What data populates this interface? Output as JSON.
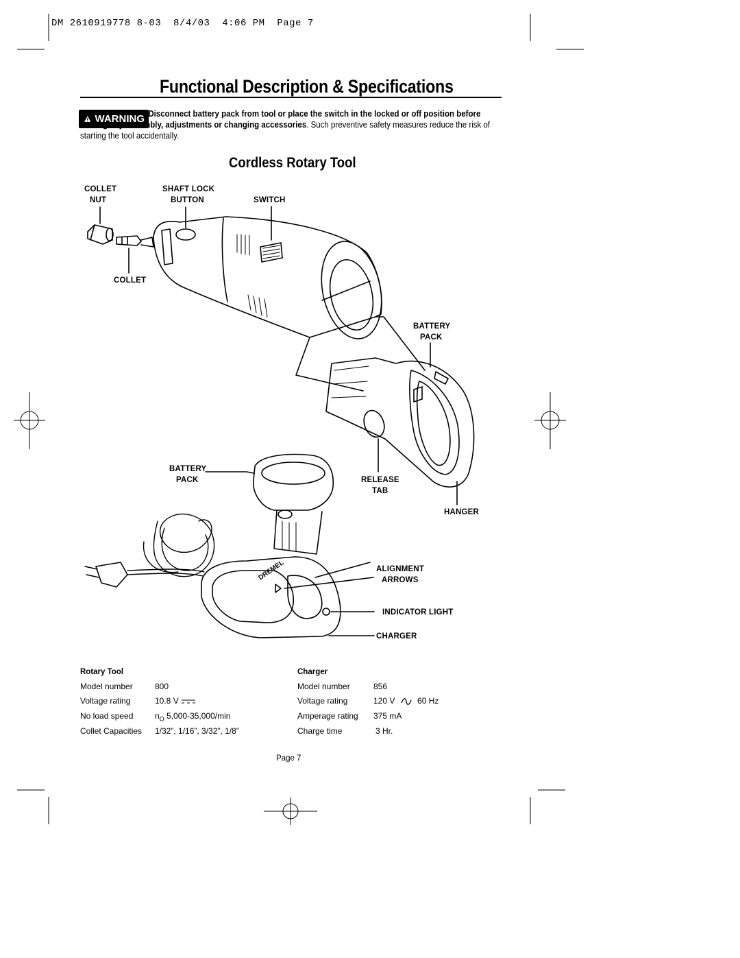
{
  "header": {
    "text": "DM 2610919778 8-03  8/4/03  4:06 PM  Page 7"
  },
  "title": "Functional Description & Specifications",
  "warning": {
    "badge": "WARNING",
    "bold_text": "Disconnect battery pack from tool or place the switch in the locked or off position before making any assembly, adjustments or changing accessories",
    "normal_text": ". Such preventive safety measures reduce the risk of starting the tool accidentally."
  },
  "section_title": "Cordless Rotary Tool",
  "labels": {
    "collet_nut_1": "COLLET",
    "collet_nut_2": "NUT",
    "shaft_lock_1": "SHAFT LOCK",
    "shaft_lock_2": "BUTTON",
    "switch": "SWITCH",
    "collet": "COLLET",
    "battery_pack_top_1": "BATTERY",
    "battery_pack_top_2": "PACK",
    "battery_pack_left_1": "BATTERY",
    "battery_pack_left_2": "PACK",
    "release_tab_1": "RELEASE",
    "release_tab_2": "TAB",
    "hanger": "HANGER",
    "alignment_arrows_1": "ALIGNMENT",
    "alignment_arrows_2": "ARROWS",
    "indicator_light": "INDICATOR LIGHT",
    "charger": "CHARGER",
    "brand_on_charger": "DREMEL"
  },
  "specs": {
    "rotary_tool": {
      "heading": "Rotary Tool",
      "rows": [
        {
          "label": "Model number",
          "value": "800"
        },
        {
          "label": "Voltage rating",
          "value": "10.8 V"
        },
        {
          "label": "No load speed",
          "value_prefix": "n",
          "value_sub": "O",
          "value": "5,000-35,000/min"
        },
        {
          "label": "Collet Capacities",
          "value": "1/32”, 1/16”, 3/32”, 1/8”"
        }
      ]
    },
    "charger": {
      "heading": "Charger",
      "rows": [
        {
          "label": "Model number",
          "value": "856"
        },
        {
          "label": "Voltage rating",
          "value": "120 V",
          "value_extra": "60 Hz"
        },
        {
          "label": "Amperage rating",
          "value": "375 mA"
        },
        {
          "label": "Charge time",
          "value": "3 Hr."
        }
      ]
    }
  },
  "footer": {
    "page": "Page 7"
  }
}
